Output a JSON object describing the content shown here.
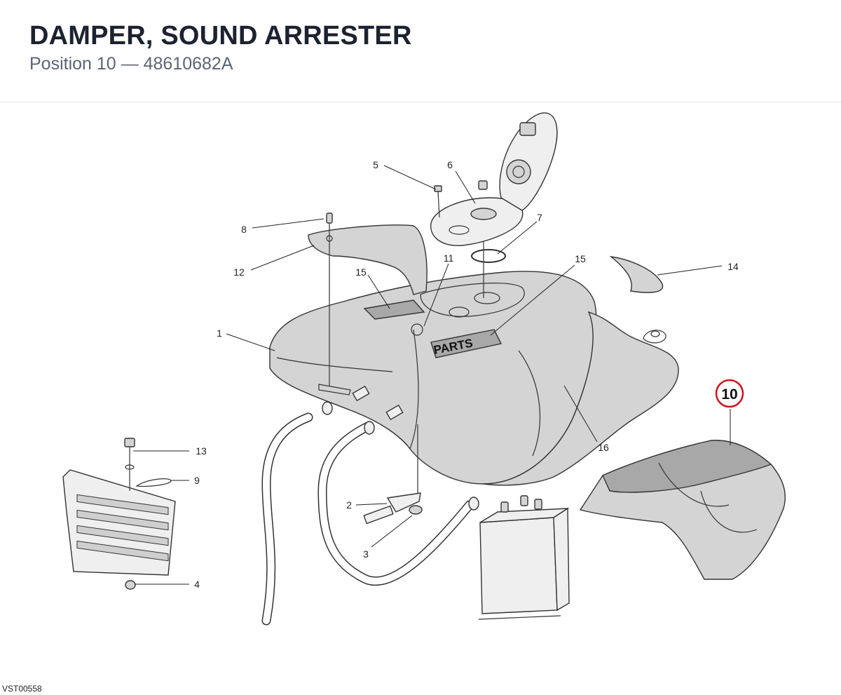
{
  "header": {
    "title": "DAMPER, SOUND ARRESTER",
    "subtitle": "Position 10 — 48610682A"
  },
  "diagram": {
    "drawing_code": "VST00558",
    "highlight_color": "#d0121b",
    "highlighted_position": "10",
    "callouts": {
      "c1": "1",
      "c2": "2",
      "c3": "3",
      "c4": "4",
      "c5": "5",
      "c6": "6",
      "c7": "7",
      "c8": "8",
      "c9": "9",
      "c10": "10",
      "c11": "11",
      "c12": "12",
      "c13": "13",
      "c14": "14",
      "c15a": "15",
      "c15b": "15",
      "c16": "16"
    },
    "tank_decal_text": "PARTS"
  }
}
